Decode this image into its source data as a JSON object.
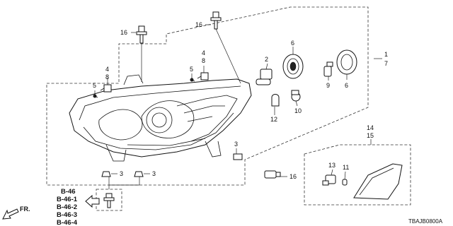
{
  "callouts": {
    "c16_top_left": "16",
    "c16_top_mid": "16",
    "c16_bottom": "16",
    "c1": "1",
    "c7": "7",
    "c2": "2",
    "c6_left": "6",
    "c6_right": "6",
    "c9": "9",
    "c10": "10",
    "c12": "12",
    "c4_left": "4",
    "c8_left": "8",
    "c4_mid": "4",
    "c8_mid": "8",
    "c5_left": "5",
    "c5_mid": "5",
    "c3_right": "3",
    "c3_bottom_left": "3",
    "c3_bottom_right": "3",
    "c14": "14",
    "c15": "15",
    "c13": "13",
    "c11": "11"
  },
  "ref_codes": [
    "B-46",
    "B-46-1",
    "B-46-2",
    "B-46-3",
    "B-46-4"
  ],
  "direction_label": "FR.",
  "diagram_id": "TBAJB0800A"
}
